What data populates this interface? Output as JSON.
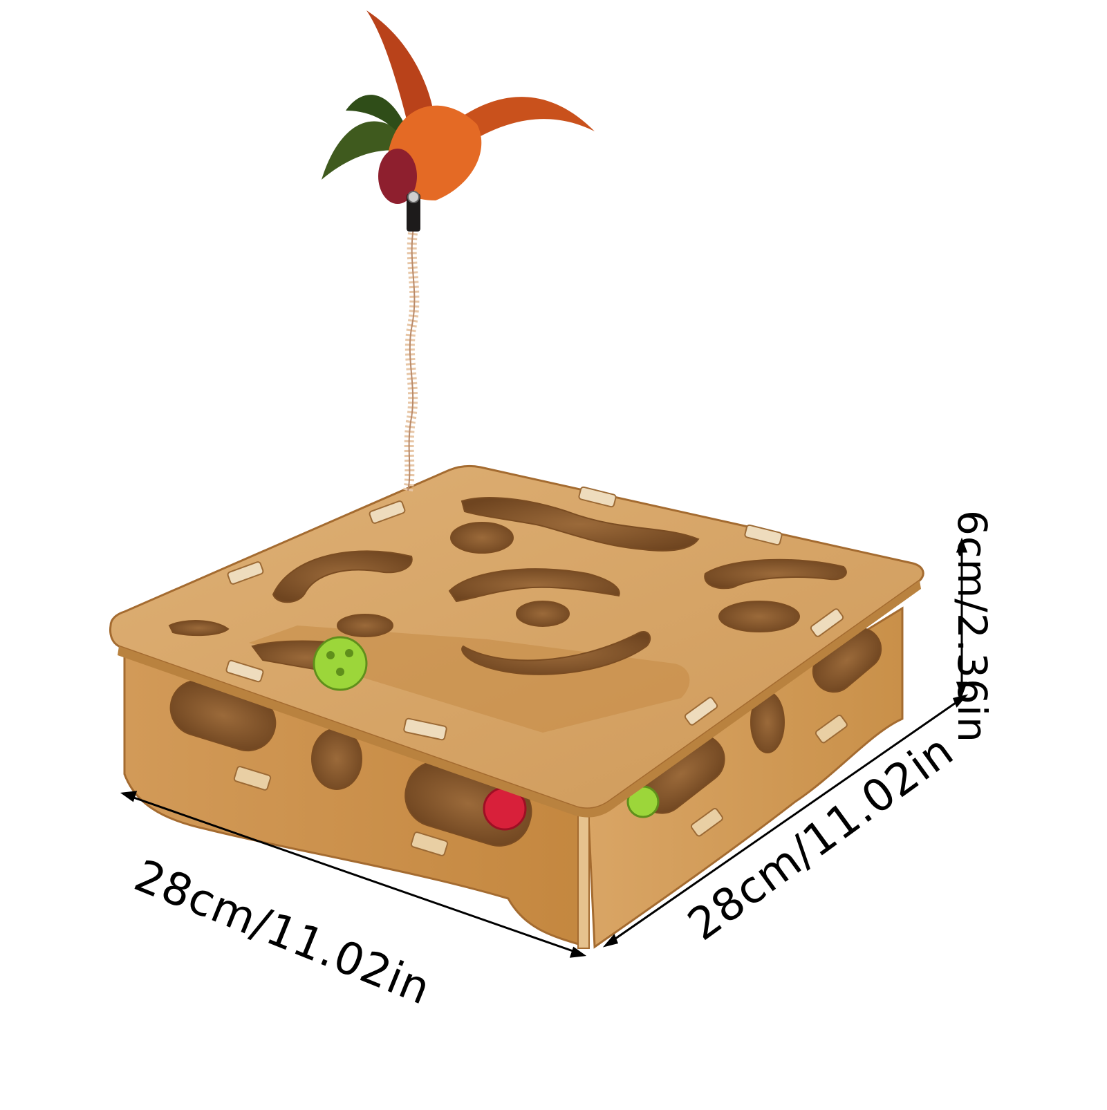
{
  "dimensions": {
    "width_label": "28cm/11.02in",
    "depth_label": "28cm/11.02in",
    "height_label": "6cm/2.36in"
  },
  "colors": {
    "background": "#ffffff",
    "wood_top": "#d7a463",
    "wood_side": "#c98f4c",
    "wood_dark": "#a86d34",
    "hole": "#8a5a2c",
    "feather_orange": "#d2521a",
    "feather_green": "#3f5a1e",
    "ball_green": "#9cd63a",
    "ball_red": "#d8203a"
  }
}
